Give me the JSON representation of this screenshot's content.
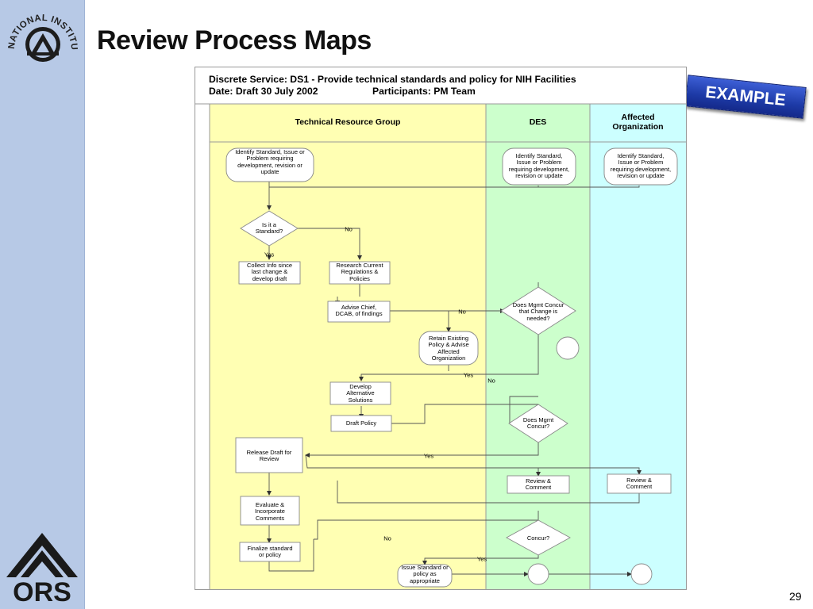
{
  "page": {
    "title": "Review Process Maps",
    "page_number": "29",
    "badge": "EXAMPLE"
  },
  "logos": {
    "nih_text": "NATIONAL INSTITUTES OF HEALTH",
    "ors_text": "ORS"
  },
  "diagram": {
    "service_line": "Discrete Service: DS1 - Provide technical standards and policy for NIH Facilities",
    "date_line": "Date: Draft 30 July 2002",
    "participants_line": "Participants:  PM Team",
    "lanes": [
      {
        "label": "Technical Resource Group",
        "color": "#ffffb3"
      },
      {
        "label": "DES",
        "color": "#ccffcc"
      },
      {
        "label": "Affected\nOrganization",
        "color": "#ccffff"
      }
    ],
    "nodes": {
      "n1": "Identify Standard, Issue or\nProblem requiring\ndevelopment, revision or\nupdate",
      "n2": "Identify Standard,\nIssue or Problem\nrequiring development,\nrevision or update",
      "n3": "Identify Standard,\nIssue or Problem\nrequiring development,\nrevision or update",
      "d1": "Is it a\nStandard?",
      "n4": "Collect Info since\nlast change &\ndevelop draft",
      "n5": "Research Current\nRegulations &\nPolicies",
      "n6": "Advise Chief,\nDCAB, of findings",
      "d2": "Does Mgmt Concur\nthat Change is\nneeded?",
      "n7": "Retain Existing\nPolicy & Advise\nAffected\nOrganization",
      "n8": "Develop\nAlternative\nSolutions",
      "n9": "Draft Policy",
      "d3": "Does Mgmt\nConcur?",
      "n10": "Release Draft for\nReview",
      "n11": "Review &\nComment",
      "n12": "Review &\nComment",
      "n13": "Evaluate &\nIncorporate\nComments",
      "d4": "Concur?",
      "n14": "Finalize standard\nor policy",
      "n15": "Issue Standard or\npolicy as\nappropriate"
    },
    "edge_labels": {
      "d1_no": "No",
      "d1_yes": "Yes",
      "d2_no": "No",
      "d2_yes": "Yes",
      "d3_no": "No",
      "d3_yes": "Yes",
      "d4_no": "No",
      "d4_yes": "Yes"
    },
    "colors": {
      "line": "#555555",
      "node_fill": "#ffffff"
    }
  }
}
